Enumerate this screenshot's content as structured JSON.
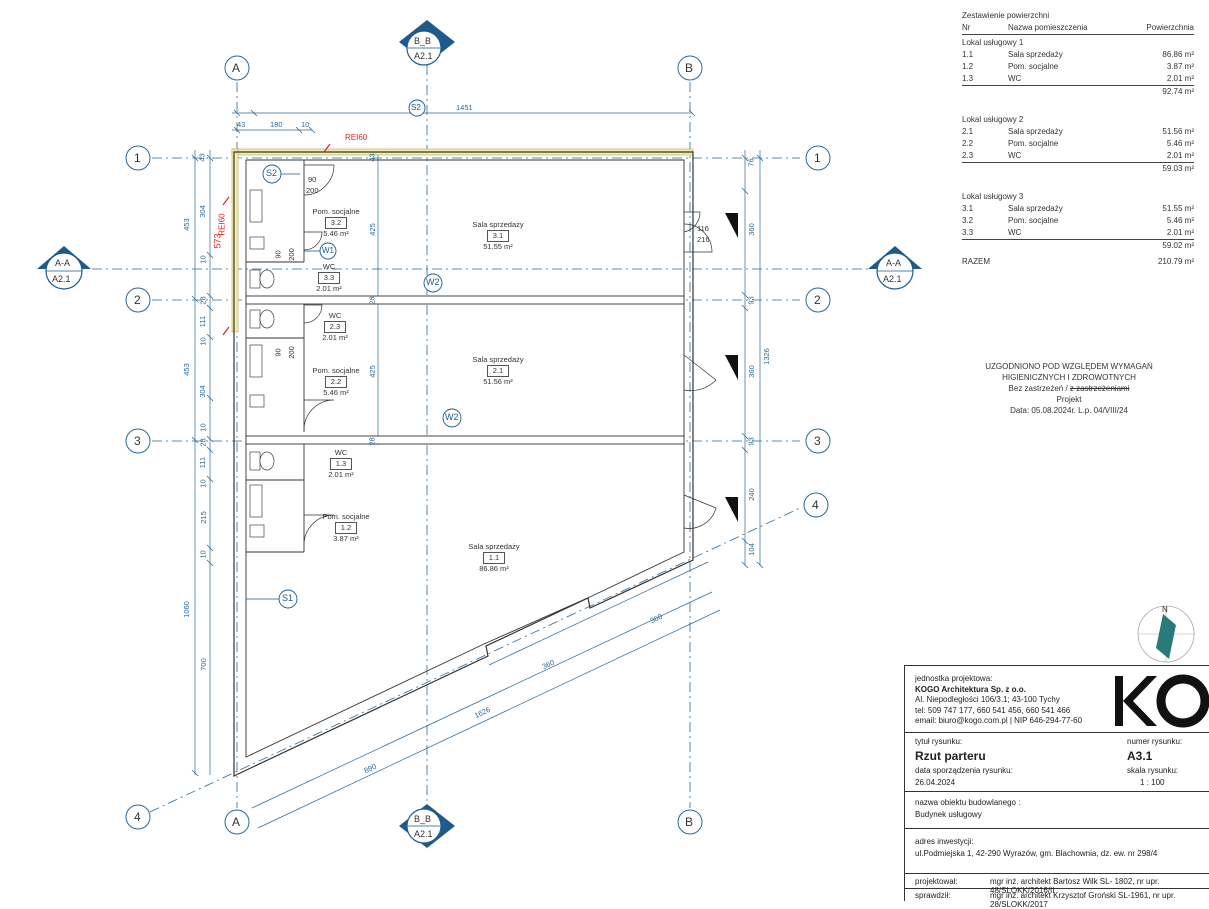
{
  "grid": {
    "cols": [
      "A",
      "B"
    ],
    "rows": [
      "1",
      "2",
      "3",
      "4"
    ],
    "sections": [
      {
        "name": "B_B",
        "sheet": "A2.1"
      },
      {
        "name": "A-A",
        "sheet": "A2.1"
      }
    ]
  },
  "dims": {
    "top_total": "1451",
    "top_a": "43",
    "top_b": "180",
    "top_c": "10",
    "left_outer": [
      "453",
      "453",
      "1060"
    ],
    "left_inner": [
      "43",
      "304",
      "10",
      "28",
      "111",
      "10",
      "304",
      "10",
      "28",
      "111",
      "10",
      "215",
      "10",
      "700"
    ],
    "left_red": "573",
    "right_inner": [
      "76",
      "360",
      "93",
      "360",
      "93",
      "240",
      "104"
    ],
    "right_outer": "1326",
    "inner_425_a": "425",
    "inner_425_b": "425",
    "wall_28_a": "28",
    "wall_28_b": "28",
    "wall_43": "43",
    "bottom_890": "890",
    "bottom_1626": "1626",
    "bottom_360_a": "360",
    "bottom_360_b": "360"
  },
  "labels": {
    "rei_top": "REI60",
    "rei_left": "REI60",
    "tag_s1": "S1",
    "tag_s2a": "S2",
    "tag_s2b": "S2",
    "tag_w1": "W1",
    "tag_w2a": "W2",
    "tag_w2b": "W2",
    "door_90": "90",
    "door_200": "200",
    "door_90b": "90",
    "door_200b": "200",
    "door_90c": "90",
    "door_200c": "200",
    "door_116": "116",
    "door_216": "216",
    "north": "N"
  },
  "rooms": [
    {
      "name": "Sala sprzedaży",
      "nr": "3.1",
      "area": "51.55 m²"
    },
    {
      "name": "Pom. socjalne",
      "nr": "3.2",
      "area": "5.46 m²"
    },
    {
      "name": "WC",
      "nr": "3.3",
      "area": "2.01 m²"
    },
    {
      "name": "Sala sprzedaży",
      "nr": "2.1",
      "area": "51.56 m²"
    },
    {
      "name": "WC",
      "nr": "2.3",
      "area": "2.01 m²"
    },
    {
      "name": "Pom. socjalne",
      "nr": "2.2",
      "area": "5.46 m²"
    },
    {
      "name": "WC",
      "nr": "1.3",
      "area": "2.01 m²"
    },
    {
      "name": "Pom. socjalne",
      "nr": "1.2",
      "area": "3.87 m²"
    },
    {
      "name": "Sala sprzedaży",
      "nr": "1.1",
      "area": "86.86 m²"
    }
  ],
  "table": {
    "title": "Zestawienie powierzchni",
    "h_nr": "Nr",
    "h_name": "Nazwa pomieszczenia",
    "h_area": "Powierzchnia",
    "groups": [
      {
        "name": "Lokal usługowy 1",
        "rows": [
          [
            "1.1",
            "Sala sprzedaży",
            "86.86 m²"
          ],
          [
            "1.2",
            "Pom. socjalne",
            "3.87 m²"
          ],
          [
            "1.3",
            "WC",
            "2.01 m²"
          ]
        ],
        "total": "92.74 m²"
      },
      {
        "name": "Lokal usługowy 2",
        "rows": [
          [
            "2.1",
            "Sala sprzedaży",
            "51.56 m²"
          ],
          [
            "2.2",
            "Pom. socjalne",
            "5.46 m²"
          ],
          [
            "2.3",
            "WC",
            "2.01 m²"
          ]
        ],
        "total": "59.03 m²"
      },
      {
        "name": "Lokal usługowy 3",
        "rows": [
          [
            "3.1",
            "Sala sprzedaży",
            "51.55 m²"
          ],
          [
            "3.2",
            "Pom. socjalne",
            "5.46 m²"
          ],
          [
            "3.3",
            "WC",
            "2.01 m²"
          ]
        ],
        "total": "59.02 m²"
      }
    ],
    "razem_label": "RAZEM",
    "razem_value": "210.79 m²"
  },
  "stamp": {
    "l1": "UZGODNIONO POD WZGLĘDEM WYMAGAŃ",
    "l2": "HIGIENICZNYCH I ZDROWOTNYCH",
    "l3a": "Bez zastrzeżeń / ",
    "l3b": "z zastrzeżeniami",
    "l4": "Projekt",
    "l5": "Data: 05.08.2024r.   L.p. 04/VIII/24"
  },
  "titleblock": {
    "unit_label": "jednostka projektowa:",
    "company": "KOGO Architektura Sp. z o.o.",
    "address": "Al. Niepodległości 106/3.1; 43-100 Tychy",
    "phone": "tel: 509 747 177, 660 541 456, 660 541 466",
    "email": "email: biuro@kogo.com.pl  | NIP 646-294-77-60",
    "title_label": "tytuł rysunku:",
    "title": "Rzut parteru",
    "number_label": "numer rysunku:",
    "number": "A3.1",
    "date_label": "data sporządzenia rysunku:",
    "date": "26.04.2024",
    "scale_label": "skala rysunku:",
    "scale": "1 : 100",
    "object_label": "nazwa obiektu budowlanego :",
    "object": "Budynek usługowy",
    "invest_label": "adres inwestycji:",
    "invest": "ul.Podmiejska 1, 42-290 Wyrazów, gm. Blachownia, dz. ew. nr 298/4",
    "designed_label": "projektował:",
    "designed": "mgr inż. architekt Bartosz Wilk SL- 1802, nr upr. 48/SLOKK/2016/II",
    "checked_label": "sprawdził:",
    "checked": "mgr inż. architekt Krzysztof Groński SL-1961, nr upr. 28/SLOKK/2017"
  },
  "colors": {
    "wall": "#333333",
    "grid": "#2a6a9a",
    "dim": "#2a6a9a",
    "red": "#e02020",
    "insulation": "#f3eeb0",
    "tag": "#1a5a8a"
  }
}
